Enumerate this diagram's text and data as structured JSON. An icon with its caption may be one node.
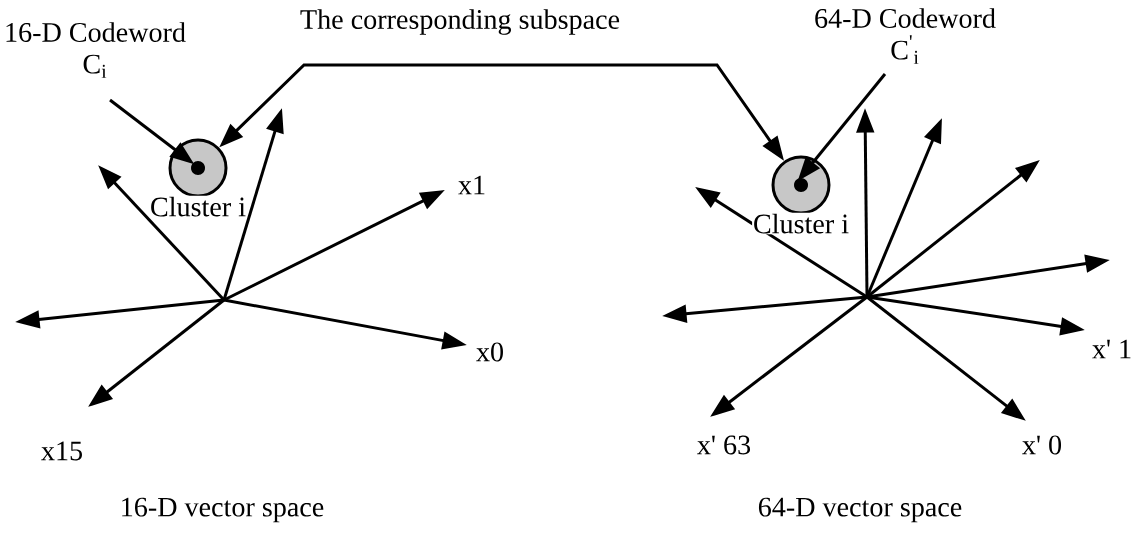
{
  "diagram": {
    "nodes": [
      {
        "text": [
          "The corresponding subspace"
        ]
      },
      {
        "text": [
          "16-D Codeword",
          "C$_{i}$"
        ]
      },
      {
        "text": [],
        "shape": "circle",
        "beside": [
          "Cluster i"
        ]
      },
      {
        "text": [
          "64-D Codeword",
          "C$^{'}$$_{i}$"
        ]
      },
      {
        "text": [],
        "shape": "circle",
        "beside": [
          "Cluster i"
        ]
      }
    ],
    "edges": [
      {
        "from": 0,
        "to": 2,
        "arrow": "to"
      },
      {
        "from": 0,
        "to": 4,
        "arrow": "to"
      },
      {
        "from": 1,
        "to": 2,
        "arrow": "to"
      },
      {
        "from": 3,
        "to": 4,
        "arrow": "to"
      }
    ],
    "labels": [
      "x1",
      "x0",
      "x15",
      "x' 1",
      "x' 63",
      "x' 0",
      "16-D vector space",
      "64-D vector space"
    ]
  }
}
